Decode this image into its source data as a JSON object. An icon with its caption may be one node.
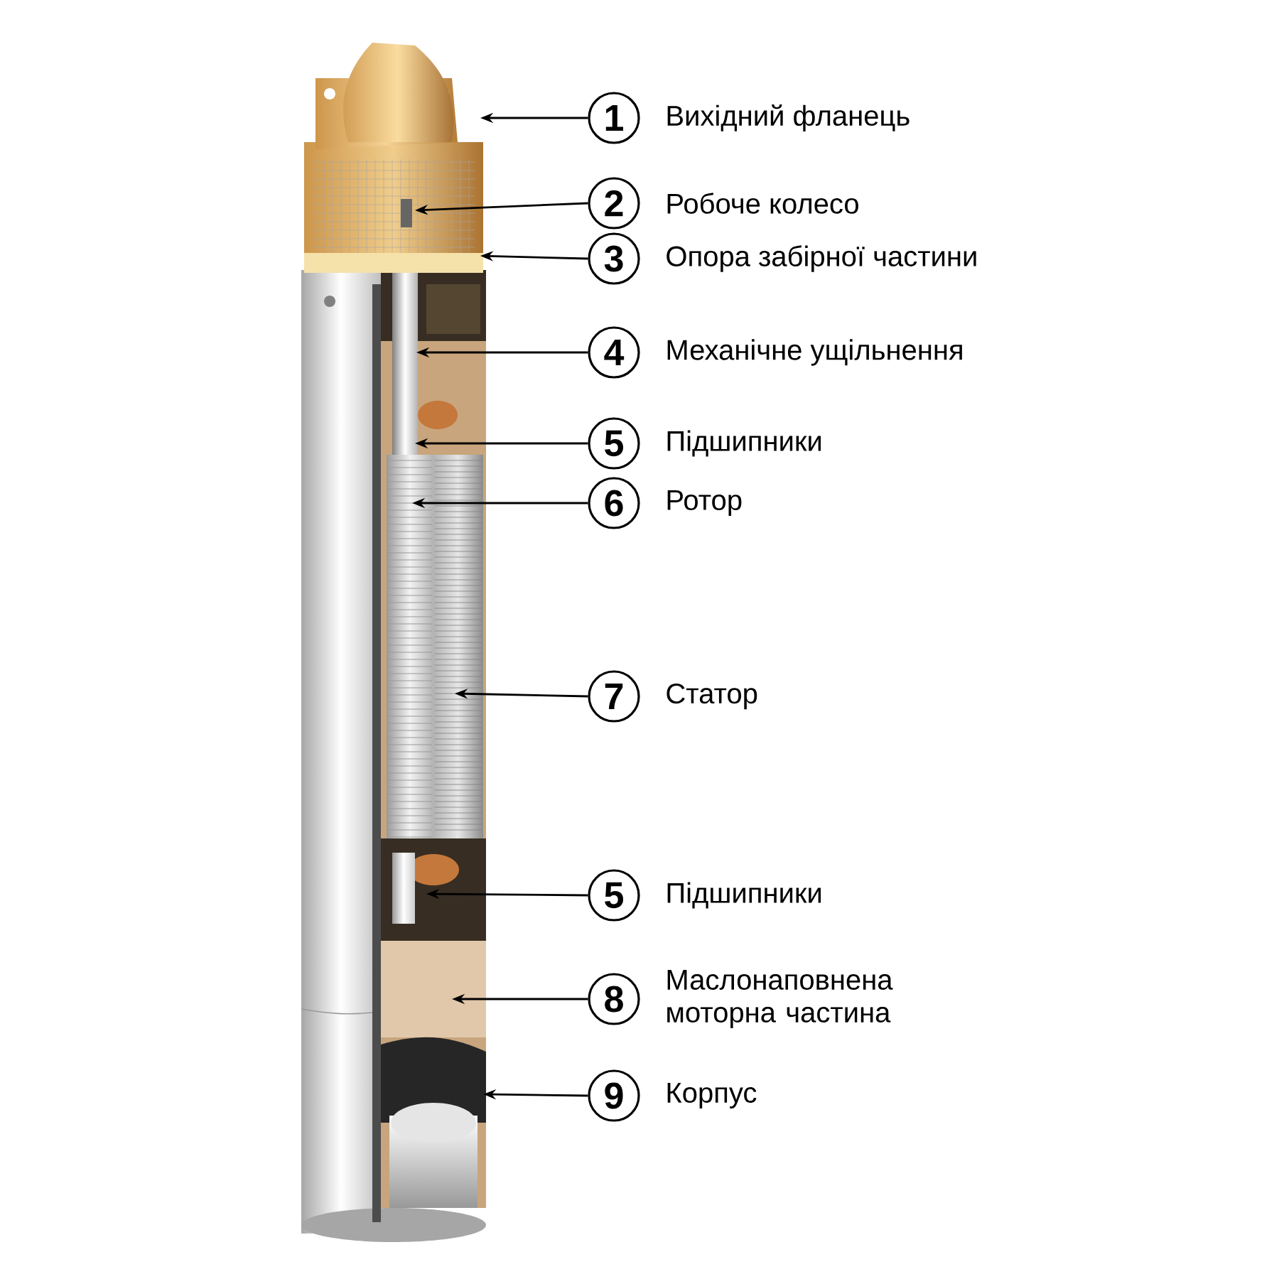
{
  "diagram": {
    "nodes": [
      {
        "text": [],
        "shape": "picture"
      },
      {
        "text": [
          "1"
        ],
        "beside": [
          "Вихідний фланець"
        ]
      },
      {
        "text": [
          "2"
        ],
        "beside": [
          "Робоче колесо"
        ]
      },
      {
        "text": [
          "3"
        ],
        "beside": [
          "Опора забірної частини"
        ]
      },
      {
        "text": [
          "4"
        ],
        "beside": [
          "Механічне ущільнення"
        ]
      },
      {
        "text": [
          "5"
        ],
        "beside": [
          "Підшипники"
        ]
      },
      {
        "text": [
          "6"
        ],
        "beside": [
          "Ротор"
        ]
      },
      {
        "text": [
          "7"
        ],
        "beside": [
          "Статор"
        ]
      },
      {
        "text": [
          "5"
        ],
        "beside": [
          "Підшипники"
        ]
      },
      {
        "text": [
          "8"
        ],
        "beside": [
          "Маслонаповнена моторна частина"
        ]
      },
      {
        "text": [
          "9"
        ],
        "beside": [
          "Корпус"
        ]
      }
    ],
    "edges": [
      {
        "from": 1,
        "to": 0,
        "arrow": "to"
      },
      {
        "from": 2,
        "to": 0,
        "arrow": "to"
      },
      {
        "from": 3,
        "to": 0,
        "arrow": "to"
      },
      {
        "from": 4,
        "to": 0,
        "arrow": "to"
      },
      {
        "from": 5,
        "to": 0,
        "arrow": "to"
      },
      {
        "from": 6,
        "to": 0,
        "arrow": "to"
      },
      {
        "from": 7,
        "to": 0,
        "arrow": "to"
      },
      {
        "from": 8,
        "to": 0,
        "arrow": "to"
      },
      {
        "from": 9,
        "to": 0,
        "arrow": "to"
      },
      {
        "from": 10,
        "to": 0,
        "arrow": "to"
      }
    ]
  }
}
